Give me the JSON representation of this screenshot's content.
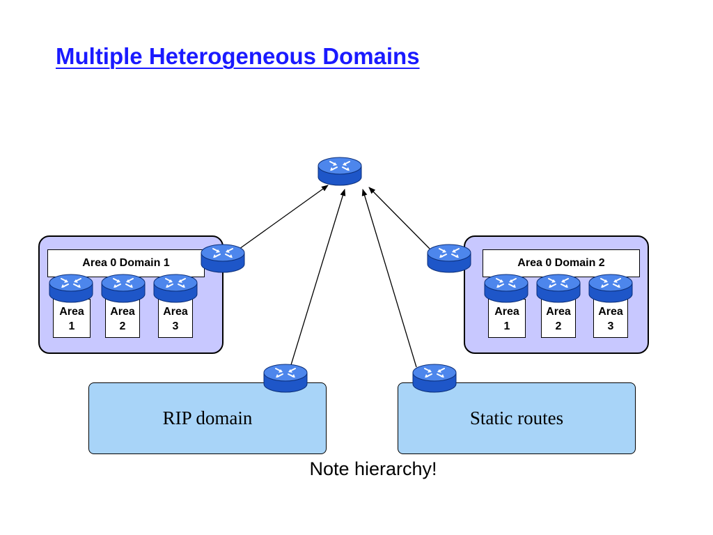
{
  "title": "Multiple Heterogeneous Domains",
  "domain1": {
    "label": "Area 0 Domain 1",
    "areas": [
      {
        "line1": "Area",
        "line2": "1"
      },
      {
        "line1": "Area",
        "line2": "2"
      },
      {
        "line1": "Area",
        "line2": "3"
      }
    ]
  },
  "domain2": {
    "label": "Area 0 Domain 2",
    "areas": [
      {
        "line1": "Area",
        "line2": "1"
      },
      {
        "line1": "Area",
        "line2": "2"
      },
      {
        "line1": "Area",
        "line2": "3"
      }
    ]
  },
  "rip": {
    "label": "RIP domain"
  },
  "static": {
    "label": "Static routes"
  },
  "note": "Note hierarchy!",
  "colors": {
    "title": "#1a1aff",
    "ospf_domain_fill": "#c8c8ff",
    "external_domain_fill": "#a8d4f8",
    "router_fill": "#3a6fd8"
  }
}
